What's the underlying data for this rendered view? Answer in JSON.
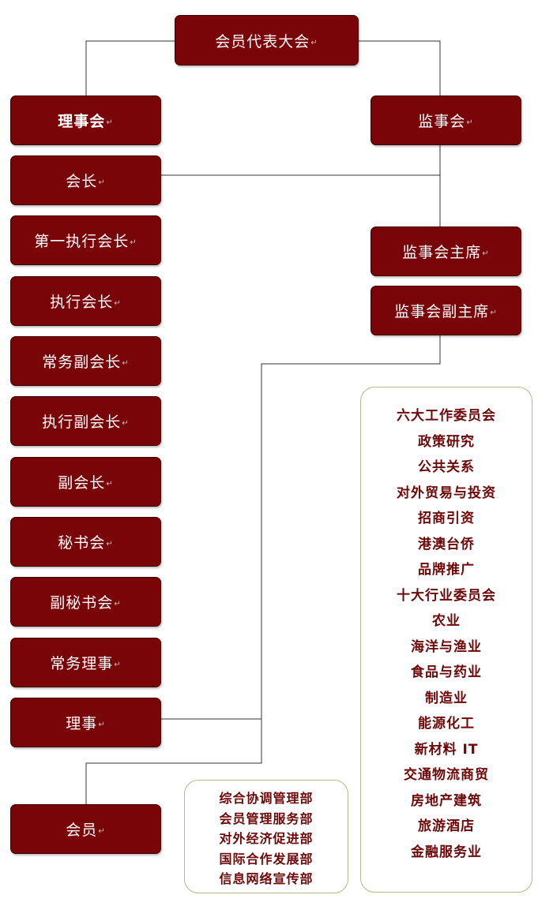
{
  "top": "会员代表大会",
  "left_column": [
    "理事会",
    "会长",
    "第一执行会长",
    "执行会长",
    "常务副会长",
    "执行副会长",
    "副会长",
    "秘书会",
    "副秘书会",
    "常务理事",
    "理事"
  ],
  "member": "会员",
  "supervisory": {
    "board": "监事会",
    "chair": "监事会主席",
    "vice_chair": "监事会副主席"
  },
  "committees": [
    "六大工作委员会",
    "政策研究",
    "公共关系",
    "对外贸易与投资",
    "招商引资",
    "港澳台侨",
    "品牌推广",
    "十大行业委员会",
    "农业",
    "海洋与渔业",
    "食品与药业",
    "制造业",
    "能源化工",
    "新材料 IT",
    "交通物流商贸",
    "房地产建筑",
    "旅游酒店",
    "金融服务业"
  ],
  "departments": [
    "综合协调管理部",
    "会员管理服务部",
    "对外经济促进部",
    "国际合作发展部",
    "信息网络宣传部"
  ],
  "colors": {
    "box": "#7a0508",
    "text_dark": "#6e0808",
    "panel_border": "#b4b98c"
  }
}
